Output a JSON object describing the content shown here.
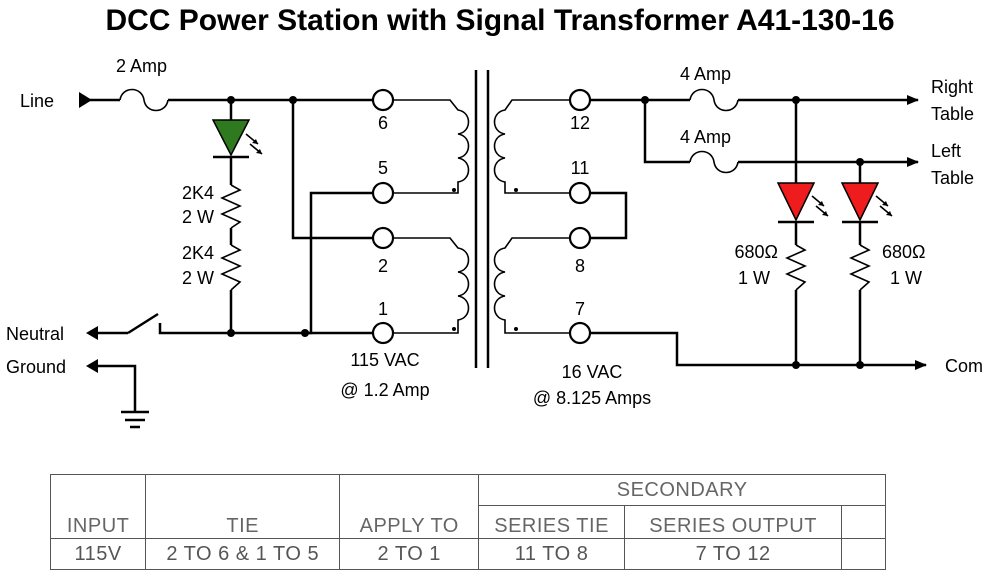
{
  "title": "DCC Power Station with Signal Transformer A41-130-16",
  "labels": {
    "line": "Line",
    "neutral": "Neutral",
    "ground": "Ground",
    "right_table_1": "Right",
    "right_table_2": "Table",
    "left_table_1": "Left",
    "left_table_2": "Table",
    "com": "Com"
  },
  "components": {
    "input_fuse": "2 Amp",
    "resistor_a_val": "2K4",
    "resistor_a_watt": "2 W",
    "resistor_b_val": "2K4",
    "resistor_b_watt": "2 W",
    "fuse_right": "4 Amp",
    "fuse_left": "4 Amp",
    "resistor_right_val": "680Ω",
    "resistor_right_watt": "1 W",
    "resistor_left_val": "680Ω",
    "resistor_left_watt": "1 W"
  },
  "terminals": {
    "t6": "6",
    "t5": "5",
    "t2": "2",
    "t1": "1",
    "t12": "12",
    "t11": "11",
    "t8": "8",
    "t7": "7"
  },
  "ratings": {
    "primary_1": "115 VAC",
    "primary_2": "@ 1.2 Amp",
    "secondary_1": "16 VAC",
    "secondary_2": "@ 8.125 Amps"
  },
  "colors": {
    "green_led": "#2f7a1f",
    "red_led": "#ee1c1c"
  },
  "table": {
    "group_header": "SECONDARY",
    "headers": [
      "INPUT",
      "TIE",
      "APPLY TO",
      "SERIES TIE",
      "SERIES OUTPUT"
    ],
    "row": [
      "115V",
      "2 TO 6 & 1 TO 5",
      "2 TO 1",
      "11 TO 8",
      "7 TO 12"
    ]
  }
}
